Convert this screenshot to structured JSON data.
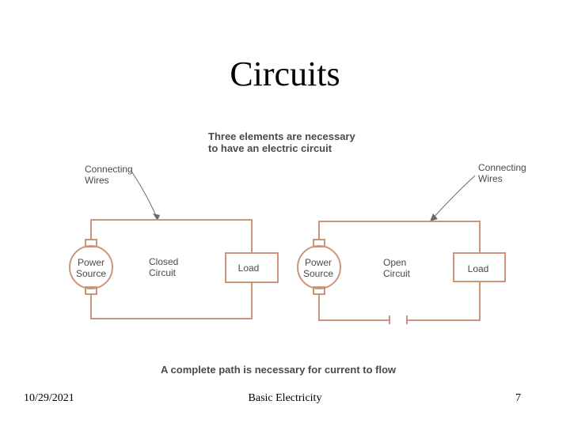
{
  "slide": {
    "title": "Circuits",
    "date": "10/29/2021",
    "footer_text": "Basic Electricity",
    "page_number": "7"
  },
  "diagram": {
    "heading_line1": "Three elements are necessary",
    "heading_line2": "to have an electric circuit",
    "caption": "A complete path is necessary for current to flow",
    "colors": {
      "wire": "#c9967c",
      "text": "#4a4a4a"
    },
    "closed_circuit": {
      "wires_label_line1": "Connecting",
      "wires_label_line2": "Wires",
      "source_line1": "Power",
      "source_line2": "Source",
      "state_line1": "Closed",
      "state_line2": "Circuit",
      "load": "Load"
    },
    "open_circuit": {
      "wires_label_line1": "Connecting",
      "wires_label_line2": "Wires",
      "source_line1": "Power",
      "source_line2": "Source",
      "state_line1": "Open",
      "state_line2": "Circuit",
      "load": "Load"
    }
  }
}
